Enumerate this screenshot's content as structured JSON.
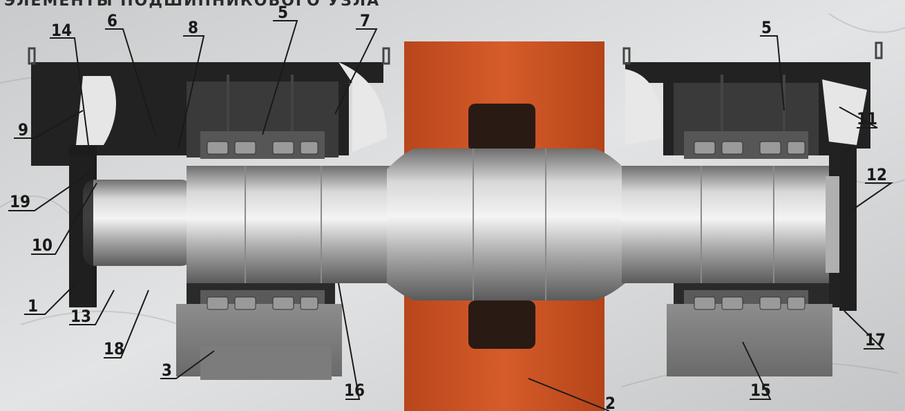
{
  "title": "ЭЛЕМЕНТЫ ПОДШИПНИКОВОГО УЗЛА",
  "callouts": [
    {
      "id": "c6",
      "label": "6"
    },
    {
      "id": "c14",
      "label": "14"
    },
    {
      "id": "c8",
      "label": "8"
    },
    {
      "id": "c5a",
      "label": "5"
    },
    {
      "id": "c7",
      "label": "7"
    },
    {
      "id": "c5b",
      "label": "5"
    },
    {
      "id": "c9",
      "label": "9"
    },
    {
      "id": "c11",
      "label": "11"
    },
    {
      "id": "c12",
      "label": "12"
    },
    {
      "id": "c19",
      "label": "19"
    },
    {
      "id": "c10",
      "label": "10"
    },
    {
      "id": "c1",
      "label": "1"
    },
    {
      "id": "c13",
      "label": "13"
    },
    {
      "id": "c18",
      "label": "18"
    },
    {
      "id": "c3",
      "label": "3"
    },
    {
      "id": "c16",
      "label": "16"
    },
    {
      "id": "c2",
      "label": "2"
    },
    {
      "id": "c15",
      "label": "15"
    },
    {
      "id": "c17",
      "label": "17"
    }
  ],
  "colors": {
    "roll_chock": "#c85426",
    "housing_dark": "#1e1e1e",
    "steel": "#b9b9b9",
    "background": "#d9dadb"
  }
}
